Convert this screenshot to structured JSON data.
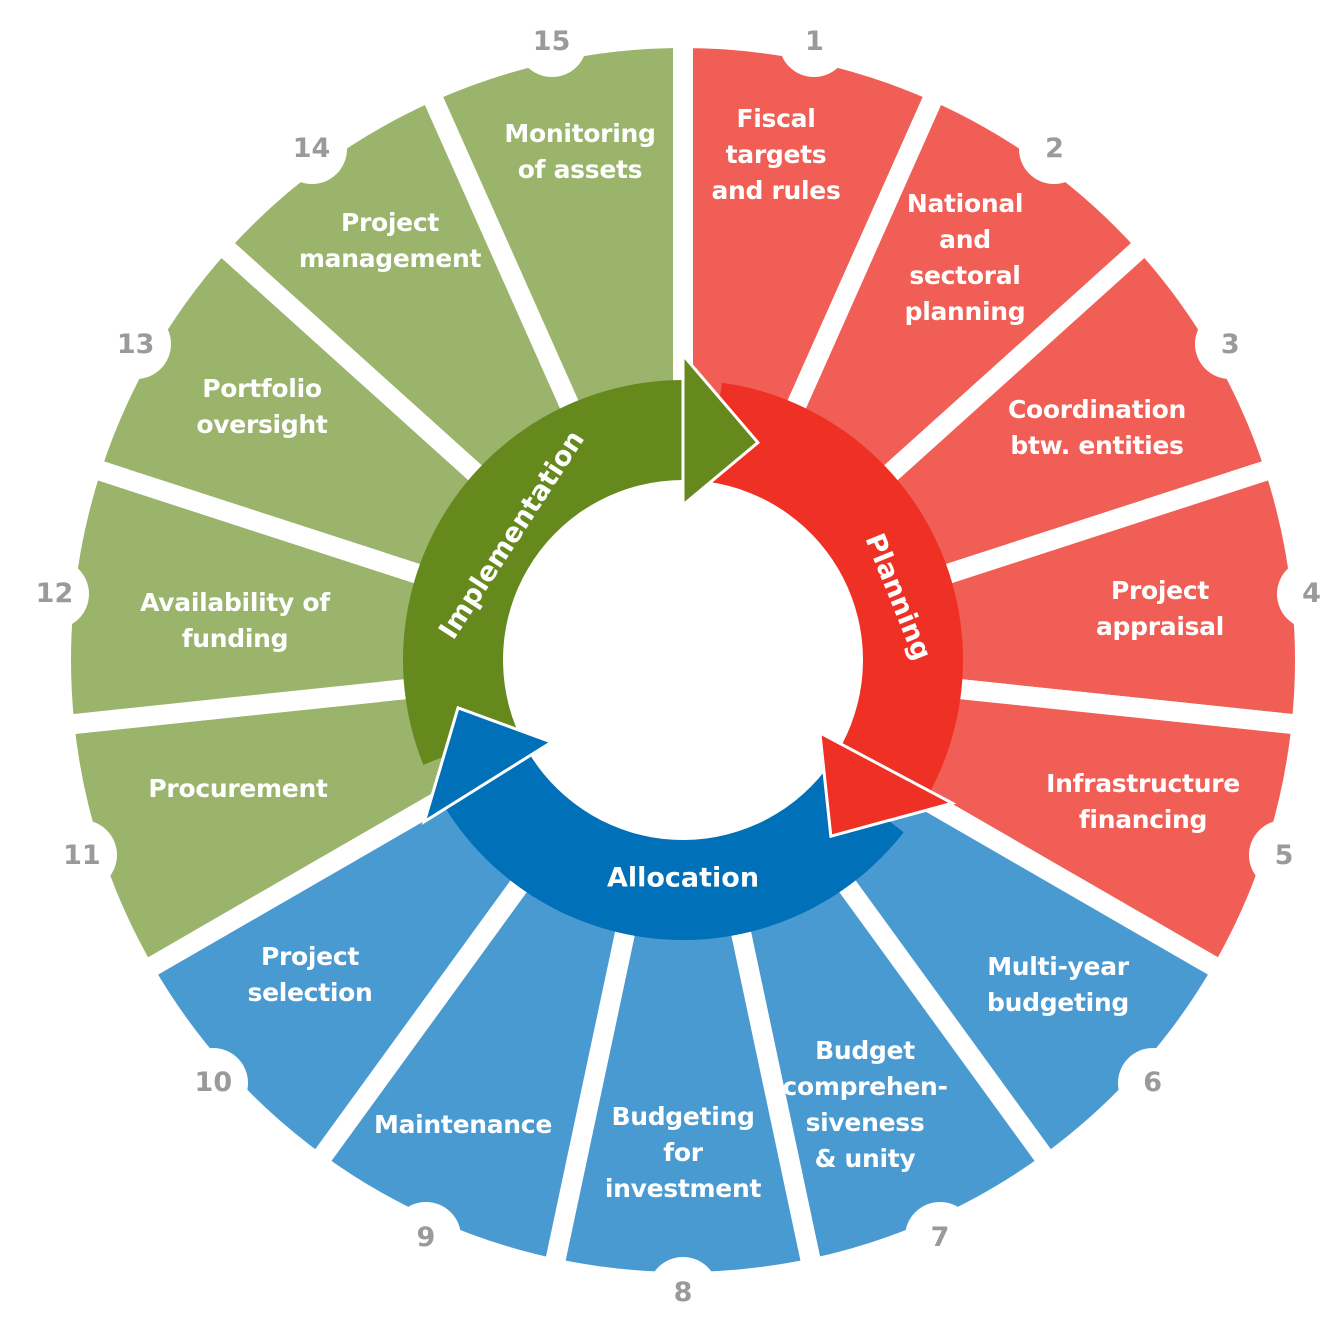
{
  "colors": {
    "planning_segment": "#F05E55",
    "allocation_segment": "#4A9AD2",
    "implementation_segment": "#9AB46C",
    "planning_arrow": "#EE3124",
    "allocation_arrow": "#0070B8",
    "implementation_arrow": "#66891E",
    "number_text": "#9A9A9A"
  },
  "stages": {
    "planning": "Planning",
    "allocation": "Allocation",
    "implementation": "Implementation"
  },
  "segments": [
    {
      "number": "1",
      "label": "Fiscal\ntargets\nand rules",
      "stage": "planning"
    },
    {
      "number": "2",
      "label": "National\nand\nsectoral\nplanning",
      "stage": "planning"
    },
    {
      "number": "3",
      "label": "Coordination\nbtw. entities",
      "stage": "planning"
    },
    {
      "number": "4",
      "label": "Project\nappraisal",
      "stage": "planning"
    },
    {
      "number": "5",
      "label": "Infrastructure\nfinancing",
      "stage": "planning"
    },
    {
      "number": "6",
      "label": "Multi-year\nbudgeting",
      "stage": "allocation"
    },
    {
      "number": "7",
      "label": "Budget\ncomprehen-\nsiveness\n& unity",
      "stage": "allocation"
    },
    {
      "number": "8",
      "label": "Budgeting\nfor\ninvestment",
      "stage": "allocation"
    },
    {
      "number": "9",
      "label": "Maintenance",
      "stage": "allocation"
    },
    {
      "number": "10",
      "label": "Project\nselection",
      "stage": "allocation"
    },
    {
      "number": "11",
      "label": "Procurement",
      "stage": "implementation"
    },
    {
      "number": "12",
      "label": "Availability of\nfunding",
      "stage": "implementation"
    },
    {
      "number": "13",
      "label": "Portfolio\noversight",
      "stage": "implementation"
    },
    {
      "number": "14",
      "label": "Project\nmanagement",
      "stage": "implementation"
    },
    {
      "number": "15",
      "label": "Monitoring\nof assets",
      "stage": "implementation"
    }
  ]
}
